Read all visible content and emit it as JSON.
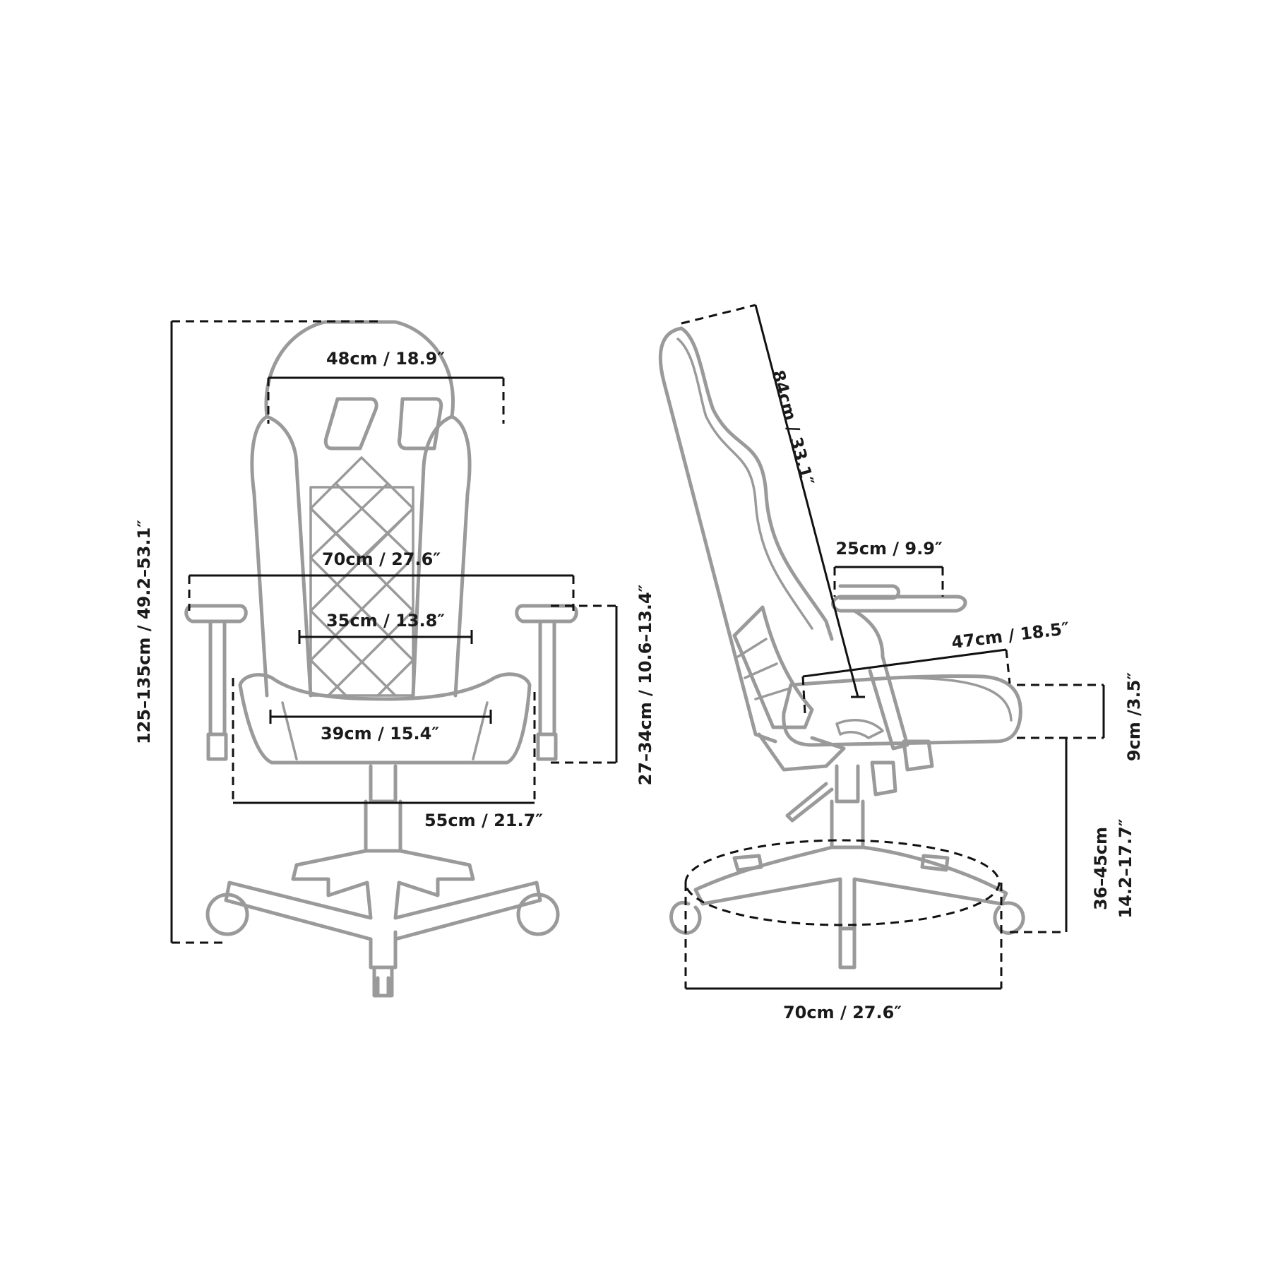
{
  "front_view": {
    "overall_height": "125–135cm / 49.2–53.1″",
    "headrest_width": "48cm / 18.9″",
    "armrest_span": "70cm / 27.6″",
    "backrest_width": "35cm / 13.8″",
    "seat_width": "39cm / 15.4″",
    "seat_outer_width": "55cm / 21.7″",
    "armrest_height": "27–34cm / 10.6–13.4″"
  },
  "side_view": {
    "backrest_height": "84cm / 33.1″",
    "armrest_length": "25cm / 9.9″",
    "seat_depth": "47cm / 18.5″",
    "seat_thickness": "9cm /3.5″",
    "seat_height_cm": "36–45cm",
    "seat_height_in": "14.2–17.7″",
    "base_diameter": "70cm / 27.6″"
  },
  "colors": {
    "outline": "#9a9a9a",
    "dimension": "#111111"
  }
}
